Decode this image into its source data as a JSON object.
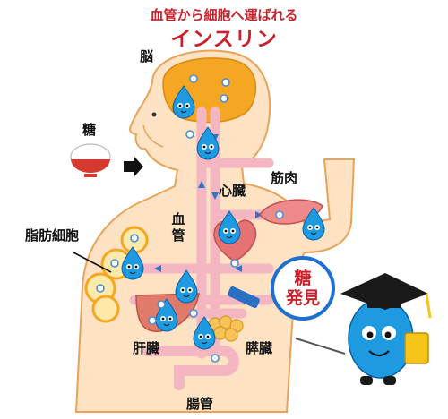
{
  "header": {
    "subtitle": "血管から細胞へ運ばれる",
    "title": "インスリン"
  },
  "labels": {
    "brain": "脳",
    "sugar": "糖",
    "heart": "心臓",
    "muscle": "筋肉",
    "blood_vessel": "血管",
    "fat_cells": "脂肪細胞",
    "liver": "肝臓",
    "pancreas": "膵臓",
    "intestine": "腸管"
  },
  "badge": {
    "line1": "糖",
    "line2": "発見"
  },
  "colors": {
    "title_red": "#cc1f2a",
    "skin": "#fde3c4",
    "skin_outline": "#e8a35a",
    "brain": "#f5a623",
    "blood_vessel": "#f4b6c0",
    "arrow_blue": "#2a76c9",
    "insulin_drop": "#1e9be0",
    "heart": "#e57373",
    "liver": "#e07a6a",
    "fat": "#ffe9a8",
    "badge_border": "#1d6fd1"
  },
  "icons": {
    "mascot": "insulin-drop-mascot",
    "rice": "rice-bowl-icon",
    "professor": "professor-drop-character"
  }
}
